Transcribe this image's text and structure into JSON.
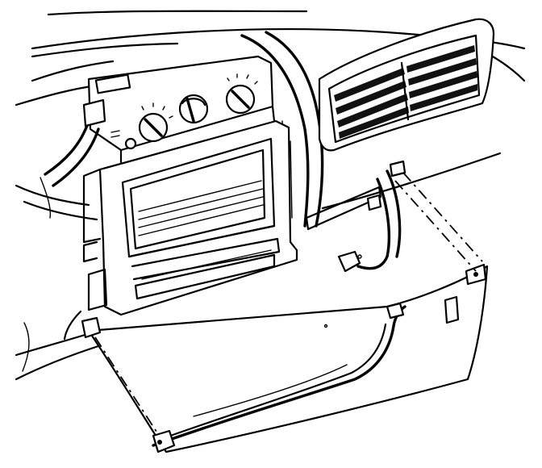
{
  "diagram": {
    "style": "black line art on white",
    "colors": {
      "line": "#000000",
      "background": "#ffffff"
    },
    "parts": [
      "dashboard-panel",
      "climate-control-panel",
      "center-storage-compartment",
      "air-vent",
      "glove-box-door",
      "mounting-bracket",
      "hinge-pin"
    ]
  }
}
